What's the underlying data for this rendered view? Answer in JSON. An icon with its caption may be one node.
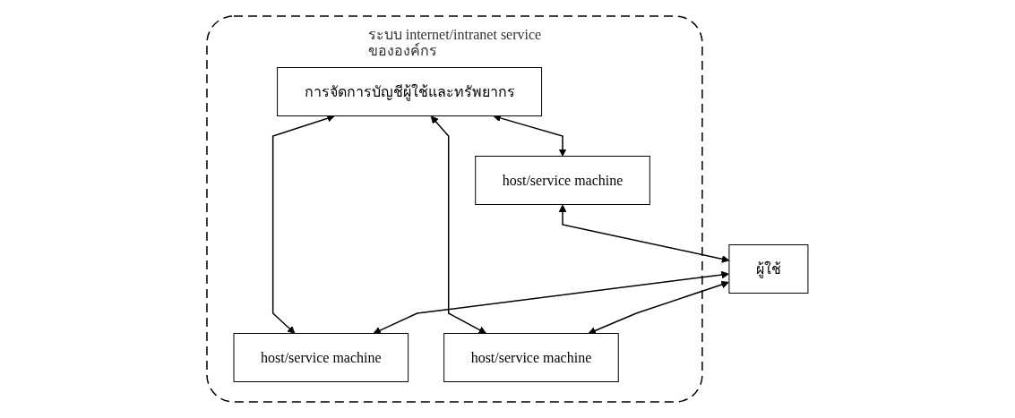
{
  "diagram": {
    "nodes": [
      {
        "text": [
          "ระบบ internet/intranet service ขององค์กร"
        ]
      },
      {
        "text": [
          "การจัดการบัญชีผู้ใช้และทรัพยากร"
        ],
        "in": 0
      },
      {
        "text": [
          "host/service machine"
        ],
        "in": 0
      },
      {
        "text": [
          "host/service machine"
        ],
        "in": 0
      },
      {
        "text": [
          "host/service machine"
        ],
        "in": 0
      },
      {
        "text": [
          "ผู้ใช้"
        ]
      }
    ],
    "edges": [
      {
        "from": 1,
        "to": 2,
        "arrow": "both"
      },
      {
        "from": 1,
        "to": 3,
        "arrow": "both"
      },
      {
        "from": 1,
        "to": 4,
        "arrow": "both"
      },
      {
        "from": 3,
        "to": 5,
        "arrow": "both"
      },
      {
        "from": 5,
        "to": 2,
        "arrow": "both"
      },
      {
        "from": 5,
        "to": 4,
        "arrow": "both"
      }
    ]
  }
}
